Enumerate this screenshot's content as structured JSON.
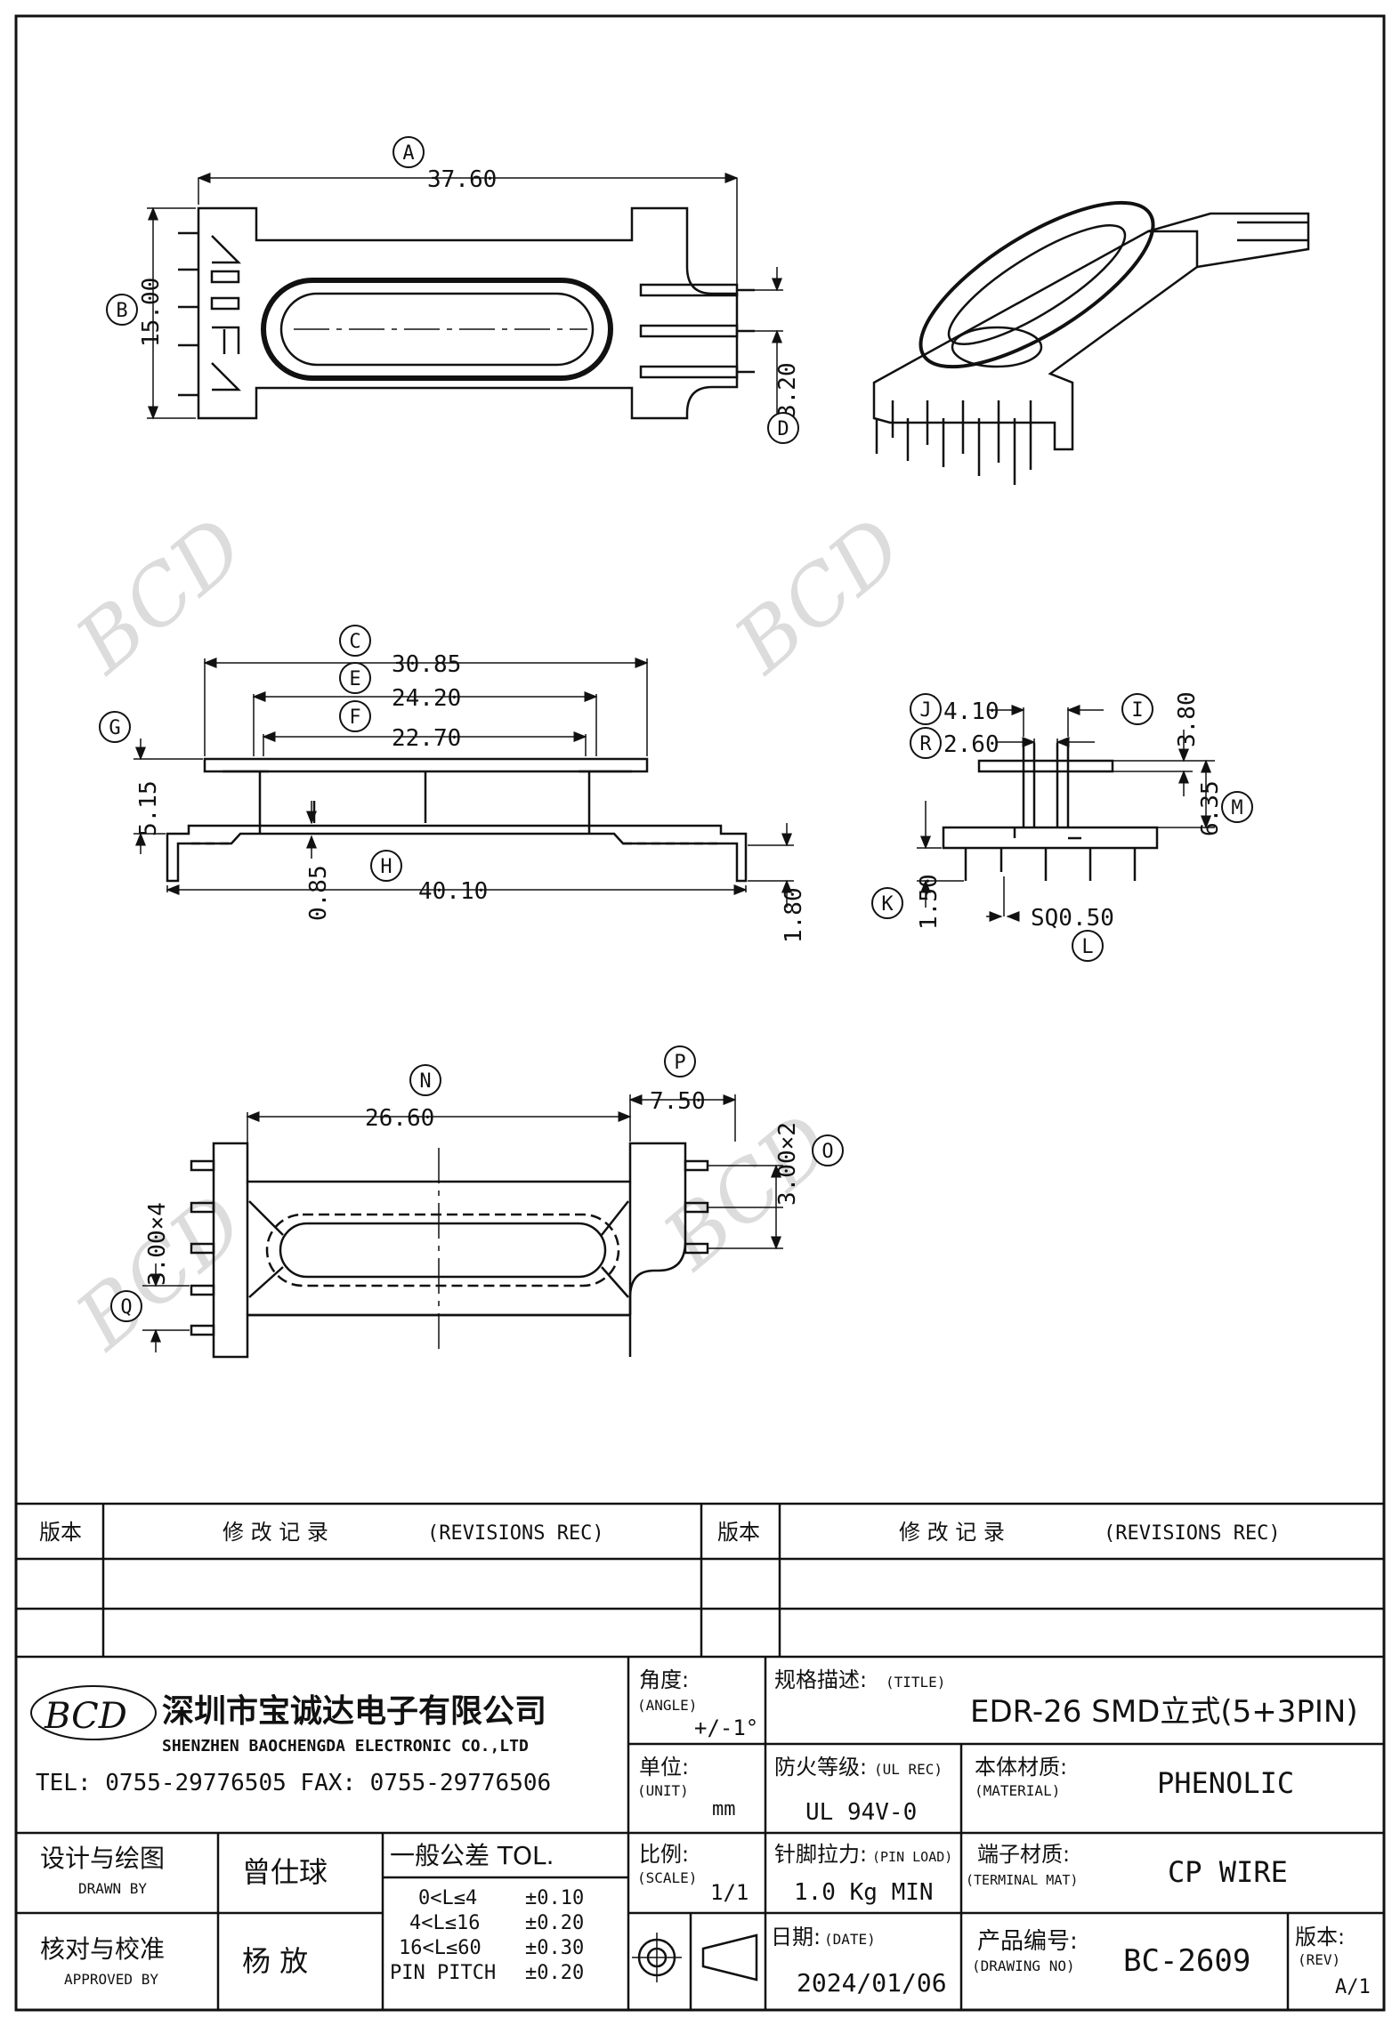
{
  "dims": {
    "A": "37.60",
    "B": "15.00",
    "D": "3.20",
    "C": "30.85",
    "E": "24.20",
    "F": "22.70",
    "G": "5.15",
    "H": "40.10",
    "H_small": "0.85",
    "H_pin": "1.80",
    "J": "4.10",
    "I": "3.80",
    "R": "2.60",
    "M": "6.35",
    "K": "1.50",
    "L": "SQ0.50",
    "N": "26.60",
    "P": "7.50",
    "O": "3.00×2",
    "Q": "3.00×4"
  },
  "labels": [
    "A",
    "B",
    "C",
    "D",
    "E",
    "F",
    "G",
    "H",
    "I",
    "J",
    "K",
    "L",
    "M",
    "N",
    "O",
    "P",
    "Q",
    "R"
  ],
  "watermark": "BCD",
  "revisions": {
    "ver_label": "版本",
    "rec_label": "修 改 记 录",
    "rec_en": "(REVISIONS REC)"
  },
  "company": {
    "logo": "BCD",
    "name_cn": "深圳市宝诚达电子有限公司",
    "name_en": "SHENZHEN BAOCHENGDA ELECTRONIC CO.,LTD",
    "contact": "TEL: 0755-29776505  FAX: 0755-29776506"
  },
  "title_block": {
    "angle_label": "角度:",
    "angle_en": "(ANGLE)",
    "angle_value": "+/-1°",
    "title_label": "规格描述:",
    "title_en": "(TITLE)",
    "title_value": "EDR-26 SMD立式(5+3PIN)",
    "unit_label": "单位:",
    "unit_en": "(UNIT)",
    "unit_value": "mm",
    "ul_label": "防火等级:",
    "ul_en": "(UL REC)",
    "ul_value": "UL 94V-0",
    "material_label": "本体材质:",
    "material_en": "(MATERIAL)",
    "material_value": "PHENOLIC",
    "drawn_label": "设计与绘图",
    "drawn_en": "DRAWN BY",
    "drawn_value": "曾仕球",
    "tol_title": "一般公差 TOL.",
    "tol_rows": [
      {
        "range": "0<L≤4",
        "value": "±0.10"
      },
      {
        "range": "4<L≤16",
        "value": "±0.20"
      },
      {
        "range": "16<L≤60",
        "value": "±0.30"
      },
      {
        "range": "PIN PITCH",
        "value": "±0.20"
      }
    ],
    "scale_label": "比例:",
    "scale_en": "(SCALE)",
    "scale_value": "1/1",
    "pin_label": "针脚拉力:",
    "pin_en": "(PIN LOAD)",
    "pin_value": "1.0 Kg MIN",
    "terminal_label": "端子材质:",
    "terminal_en": "(TERMINAL MAT)",
    "terminal_value": "CP WIRE",
    "approved_label": "核对与校准",
    "approved_en": "APPROVED BY",
    "approved_value": "杨  放",
    "date_label": "日期:",
    "date_en": "(DATE)",
    "date_value": "2024/01/06",
    "dwg_label": "产品编号:",
    "dwg_en": "(DRAWING NO)",
    "dwg_value": "BC-2609",
    "rev_label": "版本:",
    "rev_en": "(REV)",
    "rev_value": "A/1"
  }
}
